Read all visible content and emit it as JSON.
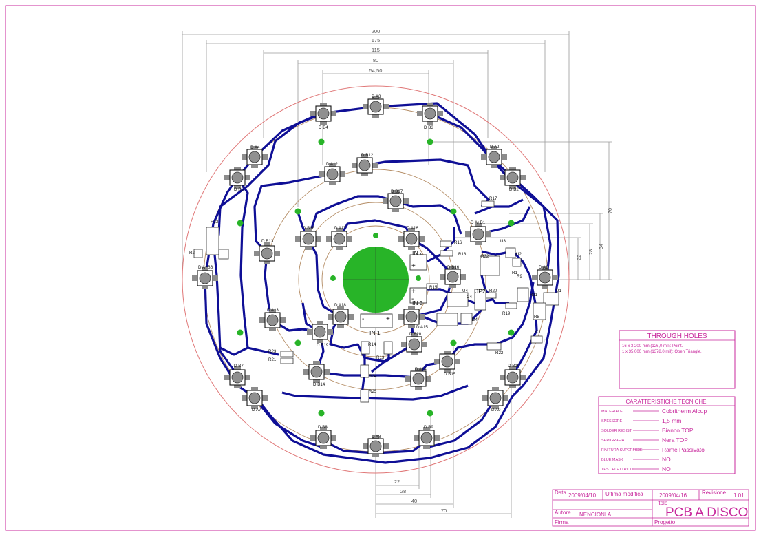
{
  "dimensions_top": [
    "200",
    "175",
    "115",
    "80",
    "54,50"
  ],
  "dimensions_right": [
    "70",
    "34",
    "28",
    "22"
  ],
  "dimensions_bottom": [
    "22",
    "28",
    "40",
    "70"
  ],
  "components": {
    "A3": "D A3",
    "B4": "D B4",
    "B3": "D B3",
    "A4": "D A4",
    "B5": "D B5",
    "A2": "D A2",
    "B2": "D B2",
    "A12": "D A12",
    "B12": "D B12",
    "B17": "D B17",
    "B18": "D B18",
    "A17": "D A17",
    "A16": "D A16",
    "AB1": "D A+B1",
    "B13": "D B13",
    "AB6": "D A+B6",
    "A1": "D A1",
    "B16": "D B16",
    "A18": "D A18",
    "A15": "D A15",
    "A13": "D A13",
    "B19": "D B19",
    "B20": "D B20",
    "B15": "D B15",
    "B14": "D B14",
    "A14": "D A14",
    "B7": "D B7",
    "A7": "D A7",
    "B10": "D B10",
    "A9": "D A9",
    "B8": "D B8",
    "A8": "D A8",
    "B9": "D B9"
  },
  "parts": {
    "R17": "R17",
    "R18": "R18",
    "R15": "R15",
    "R16": "R16",
    "R20": "R20",
    "R19": "R19",
    "R22": "R22",
    "R23": "R23",
    "R21": "R21",
    "R14": "R14",
    "R13": "R13",
    "R24": "R24",
    "R25": "R25",
    "JP2": "JP2",
    "D1": "D1",
    "D4": "D4",
    "IN2": "IN 2",
    "IN3": "IN 3",
    "IN1": "IN 1",
    "R33": "R33",
    "R2": "R2",
    "U1": "U1",
    "U2": "U2",
    "U3": "U3",
    "U4": "U4",
    "C1": "C1",
    "C4": "C4",
    "R8": "R8",
    "R11": "R11",
    "R32": "R32",
    "R9": "R9",
    "R1": "R1"
  },
  "through_holes": {
    "title": "THROUGH HOLES",
    "line1": "16 x 3,200 mm (126,0 mil): Point.",
    "line2": "1 x 35,000 mm (1378,0 mil): Open Triangle."
  },
  "specs": {
    "title": "CARATTERISTICHE TECNICHE",
    "rows": [
      {
        "label": "MATERIALE",
        "value": "Cobritherm Alcup"
      },
      {
        "label": "SPESSORE",
        "value": "1,5 mm"
      },
      {
        "label": "SOLDER RESIST",
        "value": "Bianco TOP"
      },
      {
        "label": "SERIGRAFIA",
        "value": "Nera TOP"
      },
      {
        "label": "FINITURA SUPERFICIE",
        "value": "Rame Passivato"
      },
      {
        "label": "BLUE MASK",
        "value": "NO"
      },
      {
        "label": "TEST ELETTRICO",
        "value": "NO"
      }
    ]
  },
  "title_block": {
    "data_label": "Data",
    "data_value": "2009/04/10",
    "modified_label": "Ultima modifica",
    "modified_value": "2009/04/16",
    "revision_label": "Revisione",
    "revision_value": "1.01",
    "title_label": "Titolo",
    "title_value": "PCB A DISCO",
    "author_label": "Autore",
    "author_value": "NENCIONI A.",
    "signature_label": "Firma",
    "project_label": "Progetto"
  },
  "colors": {
    "frame": "#c8289c",
    "trace": "#0f0f96",
    "board_outline": "#e07878",
    "inner_circle": "#b48c64",
    "via": "#28b428",
    "pad": "#8c8c8c",
    "dimension_line": "#9a9a9a"
  }
}
